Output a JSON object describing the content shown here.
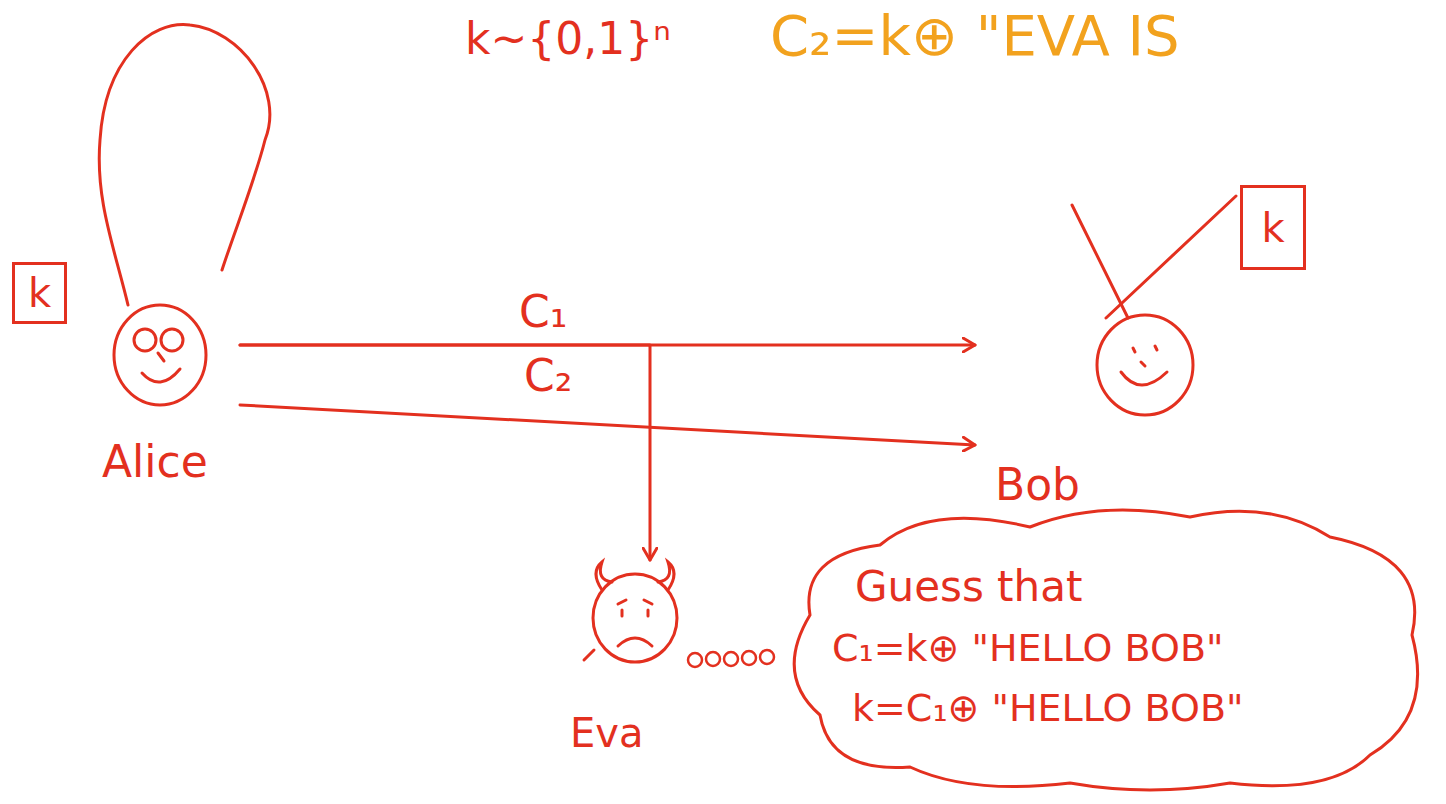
{
  "diagram": {
    "nodes": [
      {
        "text": [
          "k"
        ]
      },
      {
        "text": [
          "Alice"
        ]
      },
      {
        "text": [
          "k"
        ]
      },
      {
        "text": [
          "Bob"
        ]
      },
      {
        "text": [
          "Eva"
        ]
      },
      {
        "text": [
          "Guess that",
          "C₁=k⊕ \"HELLO BOB\"",
          "k=C₁⊕ \"HELLO BOB\""
        ]
      }
    ],
    "edges": [
      {
        "from": 1,
        "to": 3,
        "label": "C₁",
        "arrow": "to"
      },
      {
        "from": 1,
        "to": 3,
        "label": "C₂",
        "arrow": "to"
      },
      {
        "from": 1,
        "to": 4,
        "arrow": "to"
      }
    ],
    "labels": [
      "k~{0,1}ⁿ",
      "C₂=k⊕ \"EVA IS"
    ]
  }
}
